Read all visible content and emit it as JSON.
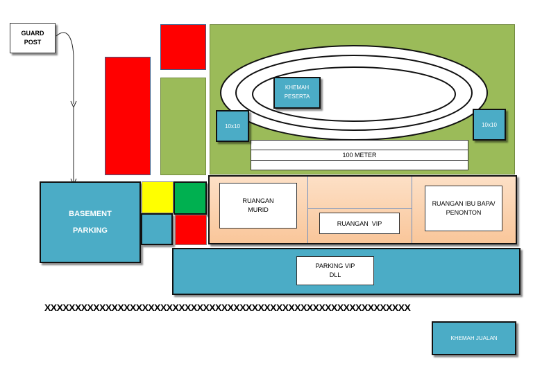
{
  "guard_post": "GUARD\nPOST",
  "track": {
    "participant_tent": "KHEMAH\nPESERTA",
    "left_tent": "10x10",
    "right_tent": "10x10",
    "lane": "100 METER"
  },
  "basement_parking": "BASEMENT\n\nPARKING",
  "rooms": {
    "student": "RUANGAN\nMURID",
    "vip": "RUANGAN  VIP",
    "parents": "RUANGAN IBU BAPA/\nPENONTON"
  },
  "parking_vip": "PARKING VIP\nDLL",
  "separator": "XXXXXXXXXXXXXXXXXXXXXXXXXXXXXXXXXXXXXXXXXXXXXXXXXXXXXXXXXXXX",
  "stall_tent": "KHEMAH JUALAN",
  "colors": {
    "red": "#ff0000",
    "green": "#9bbb59",
    "blue": "#4bacc6",
    "yellow": "#ffff00",
    "dark_green": "#00b050",
    "peach": "#fbd5b5"
  }
}
